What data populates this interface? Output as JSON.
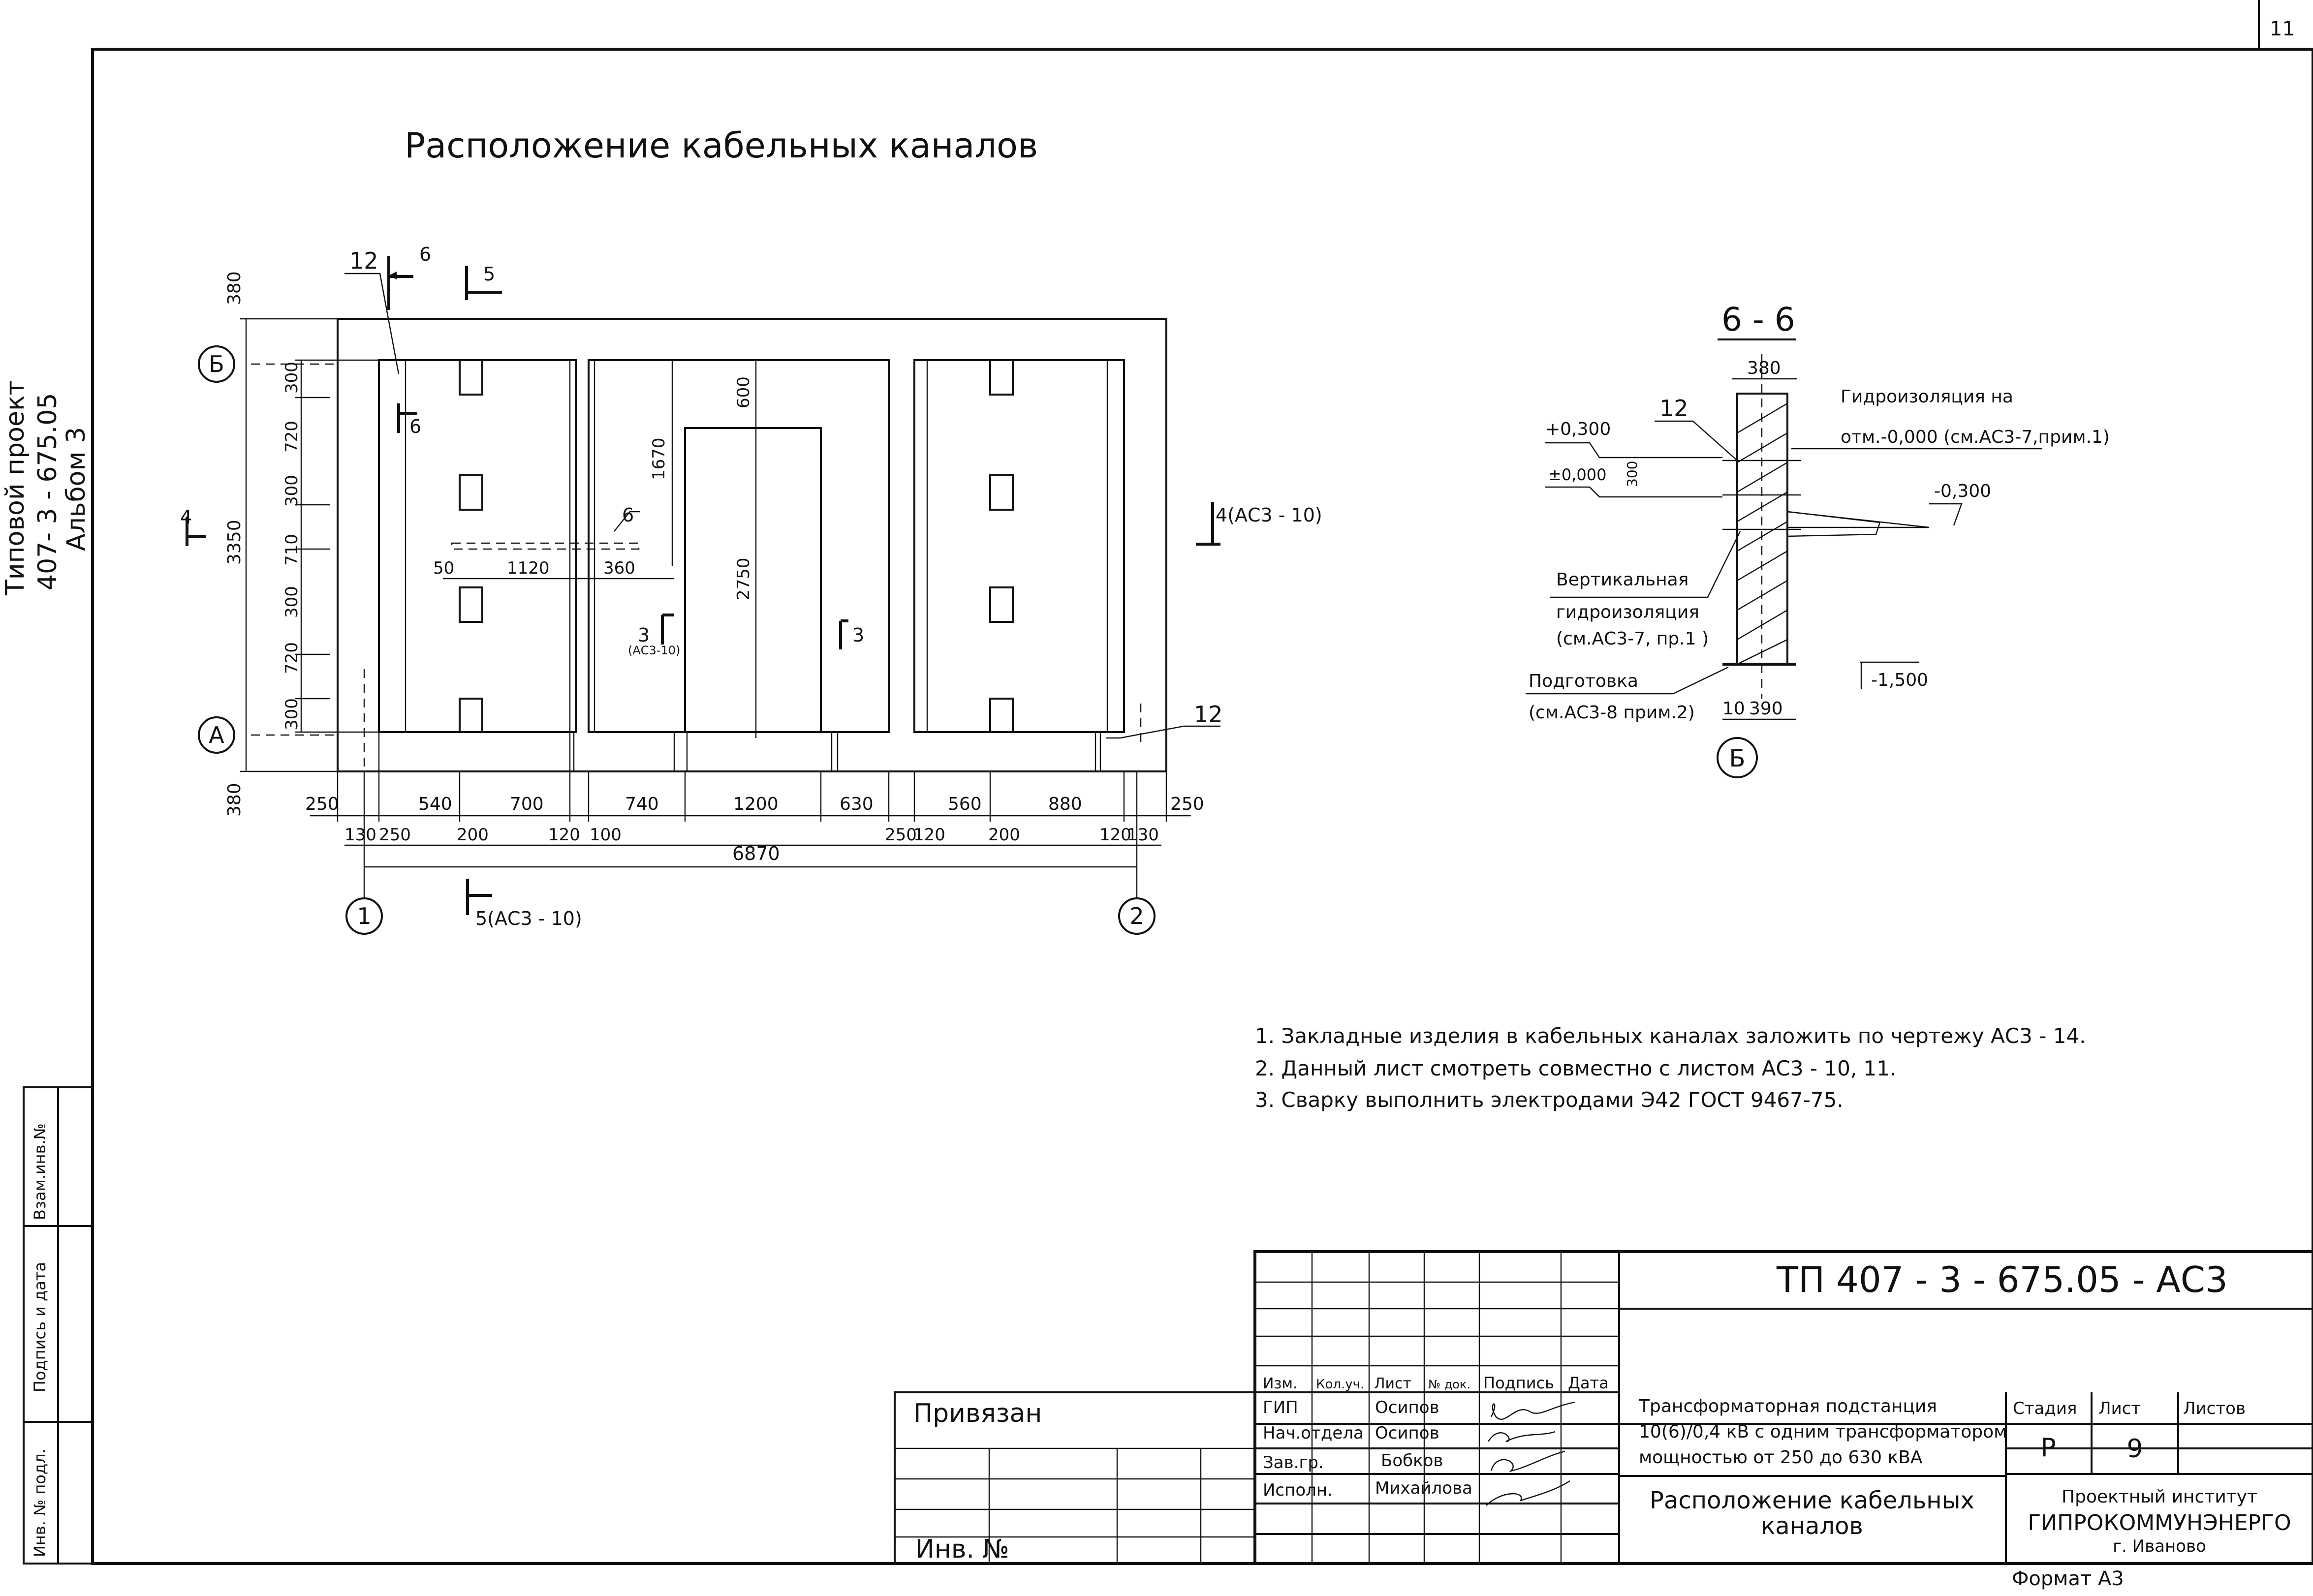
{
  "sheet_number": "11",
  "format": "Формат А3",
  "side_stamp": {
    "project": "Типовой проект",
    "code": "407- 3 - 675.05",
    "album": "Альбом 3"
  },
  "side_boxes": [
    "Взам.инв.№",
    "Подпись и дата",
    "Инв. № подл."
  ],
  "plan": {
    "title": "Расположение кабельных каналов",
    "axes": {
      "A": "А",
      "B": "Б",
      "one": "1",
      "two": "2"
    },
    "vertical_dims": {
      "top": "380",
      "overall": "3350",
      "bottom": "380",
      "chain": [
        "300",
        "720",
        "300",
        "710",
        "300",
        "720",
        "300"
      ]
    },
    "dims_row1": [
      "250",
      "540",
      "700",
      "740",
      "1200",
      "630",
      "560",
      "880",
      "250"
    ],
    "dims_row2": [
      "130",
      "250",
      "200",
      "120",
      "100",
      "250",
      "120",
      "200",
      "120",
      "130"
    ],
    "overall_width": "6870",
    "inner_dims": {
      "d600": "600",
      "d1670": "1670",
      "d2750": "2750",
      "d50": "50",
      "d1120": "1120",
      "d360": "360"
    },
    "marks": {
      "m12": "12",
      "m6": "6",
      "m5": "5",
      "m4": "4",
      "m3": "3"
    },
    "refs": {
      "r4": "4(АС3 - 10)",
      "r5": "5(АС3 - 10)",
      "r3": "(АС3-10)"
    }
  },
  "section": {
    "title": "6 - 6",
    "levels": {
      "plus300": "+0,300",
      "zero": "±0,000",
      "minus300": "-0,300",
      "minus1500": "-1,500"
    },
    "dims": {
      "w380": "380",
      "h300": "300",
      "w10": "10",
      "w390": "390"
    },
    "mark": "12",
    "axis": "Б",
    "labels": {
      "hydro1": "Гидроизоляция на",
      "hydro2": "отм.-0,000 (см.АС3-7,прим.1)",
      "vert1": "Вертикальная",
      "vert2": "гидроизоляция",
      "vert3": "(см.АС3-7, пр.1 )",
      "prep1": "Подготовка",
      "prep2": "(см.АС3-8 прим.2)"
    }
  },
  "notes": [
    "1. Закладные изделия в кабельных каналах заложить по чертежу АС3 - 14.",
    "2. Данный лист смотреть совместно с листом  АС3 - 10, 11.",
    "3. Сварку выполнить электродами Э42 ГОСТ 9467-75."
  ],
  "title_block": {
    "code": "ТП   407 - 3 - 675.05 - АС3",
    "headers": [
      "Изм.",
      "Кол.уч.",
      "Лист",
      "№ док.",
      "Подпись",
      "Дата"
    ],
    "privyazan": "Привязан",
    "inv": "Инв. №",
    "roles": [
      {
        "role": "ГИП",
        "name": "Осипов"
      },
      {
        "role": "Нач.отдела",
        "name": "Осипов"
      },
      {
        "role": "Зав.гр.",
        "name": "Бобков"
      },
      {
        "role": "Исполн.",
        "name": "Михайлова"
      }
    ],
    "object": [
      "Трансформаторная подстанция",
      "10(6)/0,4 кВ с одним трансформатором",
      "мощностью от 250 до 630 кВА"
    ],
    "sheet_title": [
      "Расположение кабельных",
      "каналов"
    ],
    "stage_headers": [
      "Стадия",
      "Лист",
      "Листов"
    ],
    "stage": "Р",
    "sheet": "9",
    "org": [
      "Проектный институт",
      "ГИПРОКОММУНЭНЕРГО",
      "г. Иваново"
    ]
  }
}
